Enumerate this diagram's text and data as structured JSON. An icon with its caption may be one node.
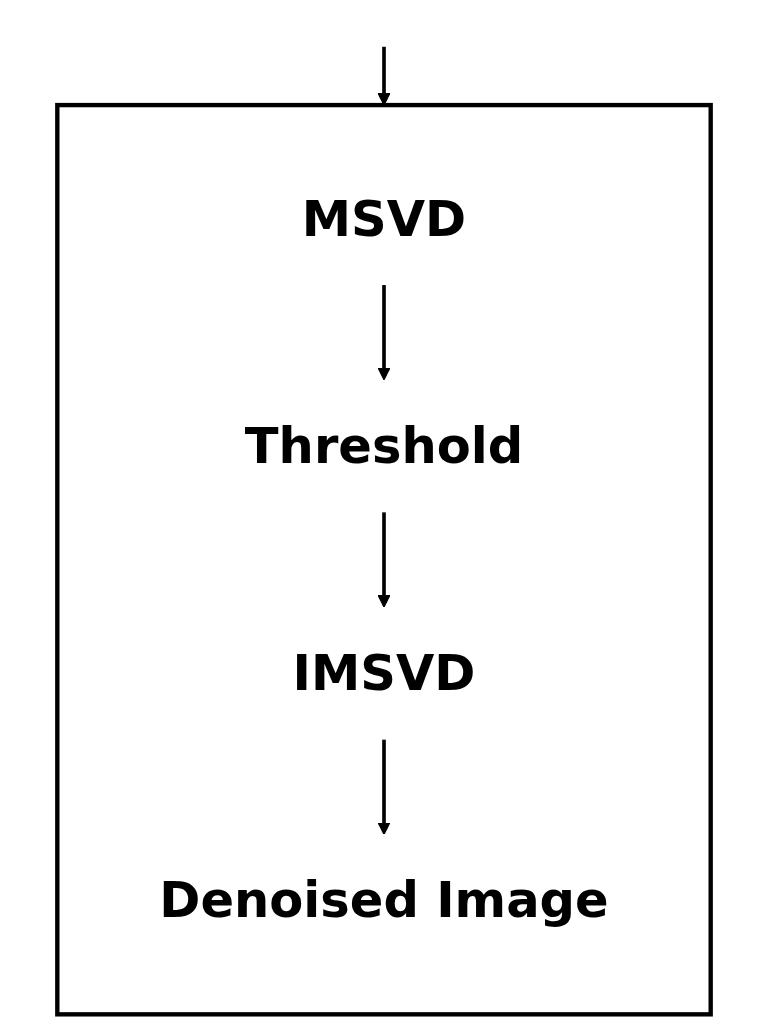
{
  "diagram": {
    "nodes": [
      {
        "text": [],
        "shape": "box"
      },
      {
        "text": [
          "MSVD"
        ],
        "in": 0
      },
      {
        "text": [
          "Threshold"
        ],
        "in": 0
      },
      {
        "text": [
          "IMSVD"
        ],
        "in": 0
      },
      {
        "text": [
          "Denoised Image"
        ],
        "in": 0
      }
    ],
    "edges": [
      {
        "from": null,
        "to": 0,
        "arrow": "to"
      },
      {
        "from": 1,
        "to": 2,
        "arrow": "to"
      },
      {
        "from": 2,
        "to": 3,
        "arrow": "to"
      },
      {
        "from": 3,
        "to": 4,
        "arrow": "to"
      }
    ]
  }
}
